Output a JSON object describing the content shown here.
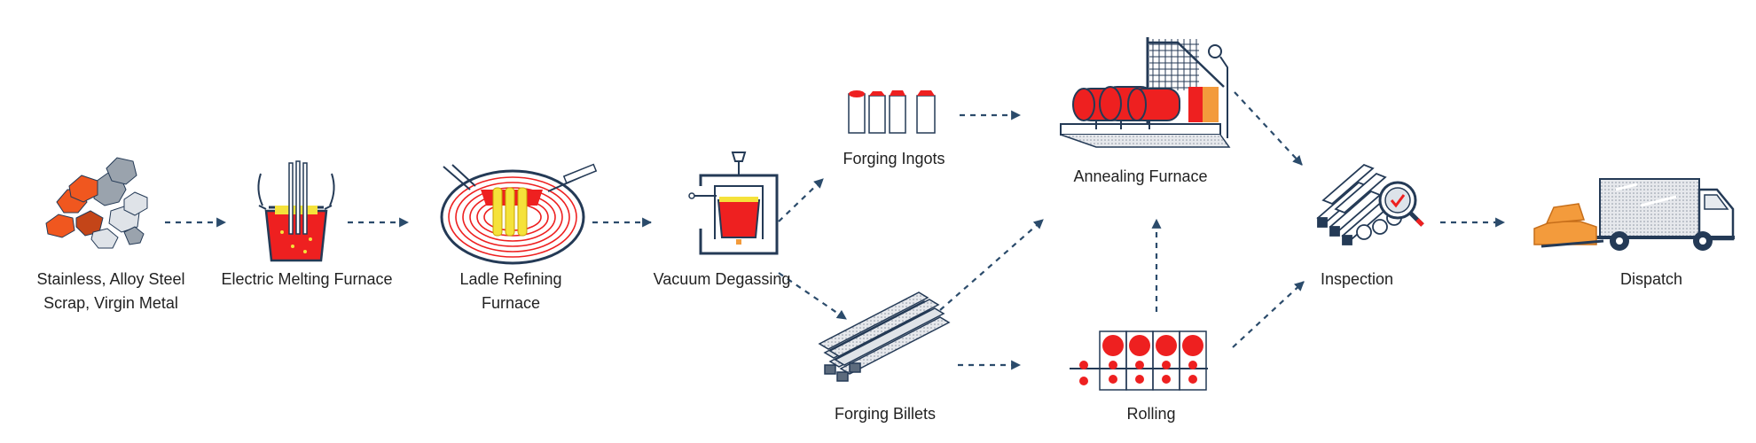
{
  "colors": {
    "arrow": "#2b4b6b",
    "outline": "#243a56",
    "molten": "#ee2020",
    "hot_yellow": "#f5e23a",
    "scrap_orange": "#f0571f",
    "scrap_grey": "#9aa3ad",
    "accent_orange": "#f39b3c"
  },
  "stages": [
    {
      "id": "scrap",
      "icon": "scrap-metal-icon",
      "label_lines": [
        "Stainless, Alloy Steel",
        "Scrap, Virgin Metal"
      ]
    },
    {
      "id": "emf",
      "icon": "electric-melting-furnace-icon",
      "label_lines": [
        "Electric Melting Furnace"
      ]
    },
    {
      "id": "lrf",
      "icon": "ladle-refining-furnace-icon",
      "label_lines": [
        "Ladle Refining",
        "Furnace"
      ]
    },
    {
      "id": "vd",
      "icon": "vacuum-degassing-icon",
      "label_lines": [
        "Vacuum Degassing"
      ]
    },
    {
      "id": "ingots",
      "icon": "forging-ingots-icon",
      "label_lines": [
        "Forging Ingots"
      ]
    },
    {
      "id": "billets",
      "icon": "forging-billets-icon",
      "label_lines": [
        "Forging Billets"
      ]
    },
    {
      "id": "anneal",
      "icon": "annealing-furnace-icon",
      "label_lines": [
        "Annealing Furnace"
      ]
    },
    {
      "id": "rolling",
      "icon": "rolling-icon",
      "label_lines": [
        "Rolling"
      ]
    },
    {
      "id": "inspection",
      "icon": "inspection-icon",
      "label_lines": [
        "Inspection"
      ]
    },
    {
      "id": "dispatch",
      "icon": "dispatch-truck-icon",
      "label_lines": [
        "Dispatch"
      ]
    }
  ],
  "connections": [
    {
      "from": "scrap",
      "to": "emf"
    },
    {
      "from": "emf",
      "to": "lrf"
    },
    {
      "from": "lrf",
      "to": "vd"
    },
    {
      "from": "vd",
      "to": "ingots"
    },
    {
      "from": "vd",
      "to": "billets"
    },
    {
      "from": "ingots",
      "to": "anneal"
    },
    {
      "from": "billets",
      "to": "anneal"
    },
    {
      "from": "billets",
      "to": "rolling"
    },
    {
      "from": "rolling",
      "to": "anneal"
    },
    {
      "from": "anneal",
      "to": "inspection"
    },
    {
      "from": "rolling",
      "to": "inspection"
    },
    {
      "from": "inspection",
      "to": "dispatch"
    }
  ]
}
